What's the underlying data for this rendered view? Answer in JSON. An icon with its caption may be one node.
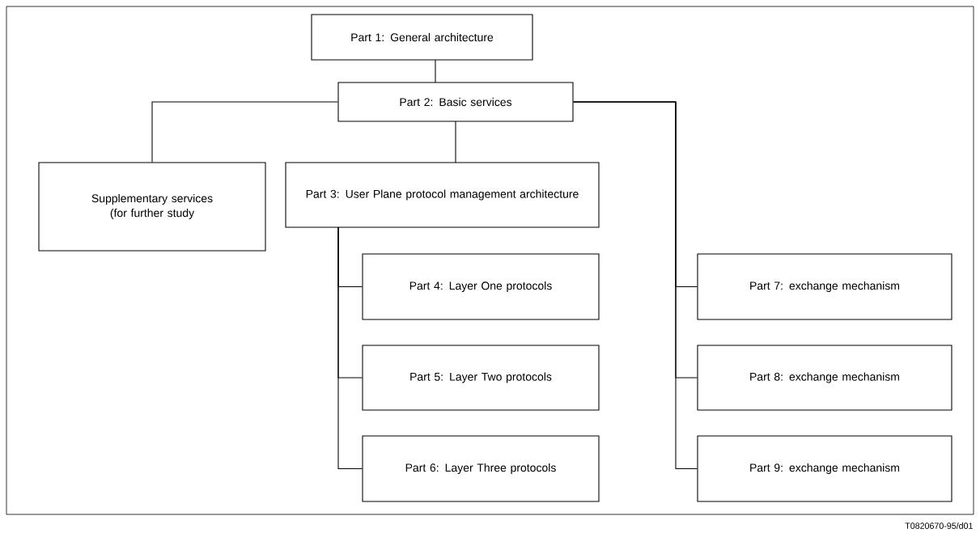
{
  "diagram": {
    "nodes": [
      {
        "text": [
          "Part 1: General architecture"
        ]
      },
      {
        "text": [
          "Part 2: Basic services"
        ]
      },
      {
        "text": [
          "Supplementary services (for further study"
        ]
      },
      {
        "text": [
          "Part 3: User Plane protocol management architecture"
        ]
      },
      {
        "text": [
          "Part 4: Layer One protocols"
        ]
      },
      {
        "text": [
          "Part 5: Layer Two protocols"
        ]
      },
      {
        "text": [
          "Part 6: Layer Three protocols"
        ]
      },
      {
        "text": [
          "Part 7: exchange mechanism"
        ]
      },
      {
        "text": [
          "Part 8: exchange mechanism"
        ]
      },
      {
        "text": [
          "Part 9: exchange mechanism"
        ]
      }
    ],
    "edges": [
      {
        "from": 0,
        "to": 1,
        "arrow": "none"
      },
      {
        "from": 1,
        "to": 2,
        "arrow": "none"
      },
      {
        "from": 1,
        "to": 3,
        "arrow": "none"
      },
      {
        "from": 3,
        "to": 4,
        "arrow": "none"
      },
      {
        "from": 3,
        "to": 5,
        "arrow": "none"
      },
      {
        "from": 3,
        "to": 6,
        "arrow": "none"
      },
      {
        "from": 1,
        "to": 7,
        "arrow": "none"
      },
      {
        "from": 1,
        "to": 8,
        "arrow": "none"
      },
      {
        "from": 1,
        "to": 9,
        "arrow": "none"
      }
    ],
    "labels": [
      "T0820670-95/d01"
    ]
  }
}
